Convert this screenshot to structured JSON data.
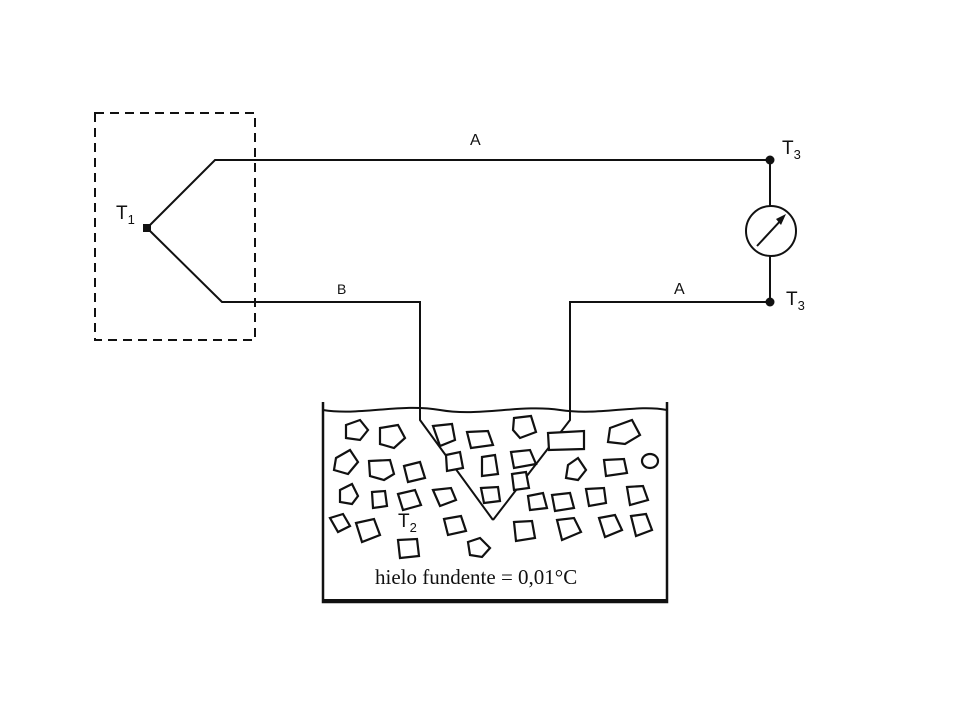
{
  "labels": {
    "t1": "T",
    "t1_sub": "1",
    "t2": "T",
    "t2_sub": "2",
    "t3_top": "T",
    "t3_top_sub": "3",
    "t3_bottom": "T",
    "t3_bottom_sub": "3",
    "wire_a_top": "A",
    "wire_b": "B",
    "wire_a_right": "A"
  },
  "caption": "hielo fundente = 0,01°C",
  "colors": {
    "line": "#111111",
    "background": "#ffffff"
  },
  "icons": {
    "meter": "galvanometer-icon"
  }
}
